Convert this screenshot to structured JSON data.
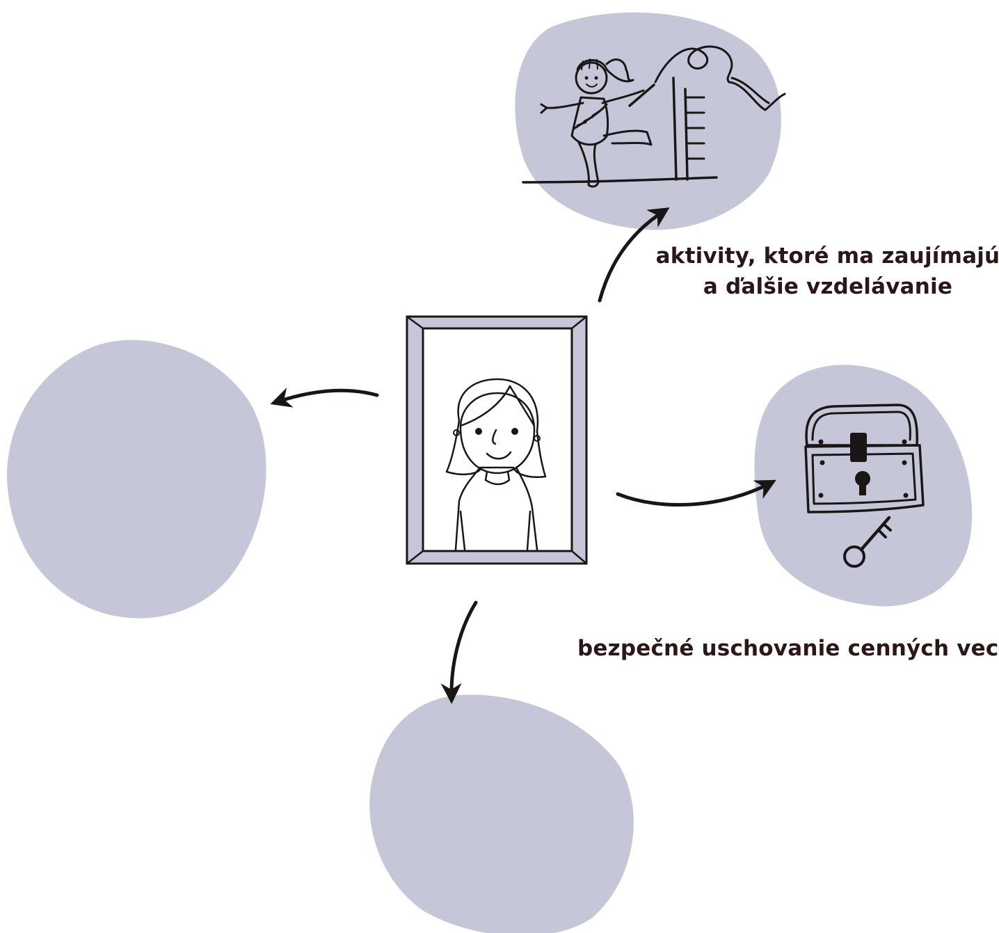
{
  "colors": {
    "bubble": "#c5c7d8",
    "frame": "#c5c7d8",
    "ink": "#1b1616",
    "text": "#2b1717",
    "background": "#ffffff"
  },
  "center": {
    "icon": "framed-girl-portrait"
  },
  "branches": [
    {
      "id": "activities",
      "icon": "gymnast-with-ribbon",
      "caption_lines": [
        "aktivity, ktoré ma zaujímajú",
        "a ďalšie vzdelávanie"
      ]
    },
    {
      "id": "safekeeping",
      "icon": "treasure-chest-with-key",
      "caption_lines": [
        "bezpečné uschovanie cenných vecí"
      ]
    },
    {
      "id": "left-empty",
      "icon": "empty-bubble",
      "caption_lines": []
    },
    {
      "id": "bottom-empty",
      "icon": "empty-bubble",
      "caption_lines": []
    }
  ]
}
